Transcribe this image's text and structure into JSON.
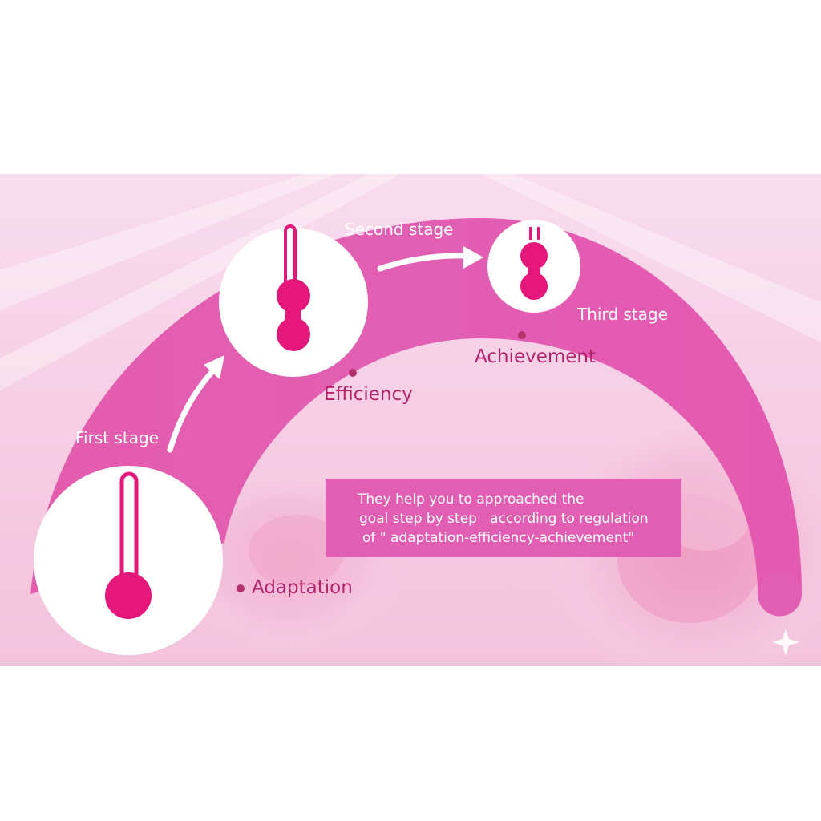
{
  "stages": {
    "first": {
      "label": "First stage",
      "goal": "Adaptation"
    },
    "second": {
      "label": "Second stage",
      "goal": "Efficiency"
    },
    "third": {
      "label": "Third stage",
      "goal": "Achievement"
    }
  },
  "note": {
    "lines": [
      "They help you to approached the",
      "goal step by step   according to regulation",
      "of \" adaptation-efficiency-achievement\""
    ]
  },
  "colors": {
    "arc": "#e25eb2",
    "ball": "#e5177a",
    "dot": "#b3326c",
    "goal_text": "#b3236b"
  }
}
